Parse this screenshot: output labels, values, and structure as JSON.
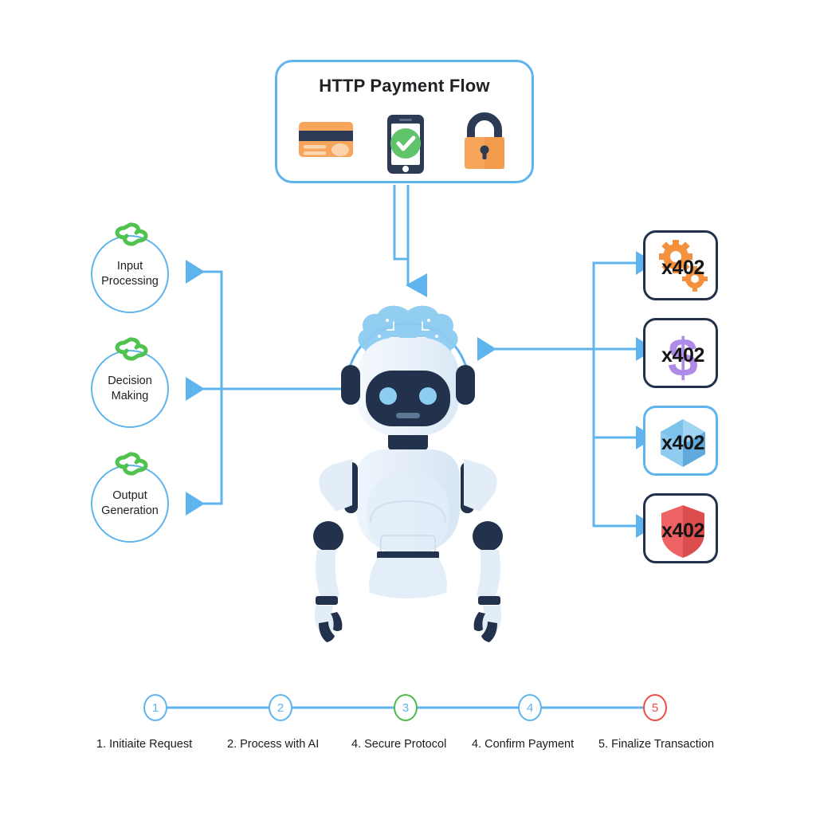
{
  "header": {
    "title": "HTTP Payment Flow",
    "icons": [
      {
        "name": "credit-card-icon",
        "label": "credit card"
      },
      {
        "name": "mobile-payment-success-icon",
        "label": "smartphone with check"
      },
      {
        "name": "padlock-icon",
        "label": "padlock"
      }
    ],
    "border_color": "#5FB4EE"
  },
  "center": {
    "label": "ai-robot",
    "brain_color": "#7FC4F0",
    "body_color": "#E8F1FA",
    "face_color": "#22314C",
    "eye_color": "#8ECDF2"
  },
  "left_stages": [
    {
      "label": "Input\nProcessing",
      "line1": "Input",
      "line2": "Processing",
      "icon": "chain-link-icon",
      "icon_color": "#4FC24F"
    },
    {
      "label": "Decision\nMaking",
      "line1": "Decision",
      "line2": "Making",
      "icon": "chain-link-icon",
      "icon_color": "#4FC24F"
    },
    {
      "label": "Output\nGeneration",
      "line1": "Output",
      "line2": "Generation",
      "icon": "chain-link-icon",
      "icon_color": "#4FC24F"
    }
  ],
  "right_protocols": [
    {
      "label": "x402",
      "icon": "gears-icon",
      "icon_color": "#F3913E",
      "border_color": "#23314C"
    },
    {
      "label": "x402",
      "icon": "dollar-sign-icon",
      "icon_color": "#AF8BE8",
      "border_color": "#23314C"
    },
    {
      "label": "x402",
      "icon": "hexagon-cube-icon",
      "icon_color": "#66B9E8",
      "border_color": "#5FB4EE"
    },
    {
      "label": "x402",
      "icon": "shield-icon",
      "icon_color": "#EC5B5B",
      "border_color": "#23314C"
    }
  ],
  "timeline": {
    "connector_color": "#5FB4EE",
    "nodes": [
      {
        "number": "1",
        "caption": "1. Initiaite Request",
        "ring_color": "#5FB4EE",
        "text_color": "#5FB4EE"
      },
      {
        "number": "2",
        "caption": "2. Process with AI",
        "ring_color": "#5FB4EE",
        "text_color": "#5FB4EE"
      },
      {
        "number": "3",
        "caption": "4. Secure Protocol",
        "ring_color": "#4CBB4C",
        "text_color": "#5FB4EE"
      },
      {
        "number": "4",
        "caption": "4. Confirm Payment",
        "ring_color": "#5FB4EE",
        "text_color": "#5FB4EE"
      },
      {
        "number": "5",
        "caption": "5. Finalize Transaction",
        "ring_color": "#EC4B4B",
        "text_color": "#EC4B4B"
      }
    ]
  },
  "connectors": {
    "color": "#5FB4EE"
  }
}
